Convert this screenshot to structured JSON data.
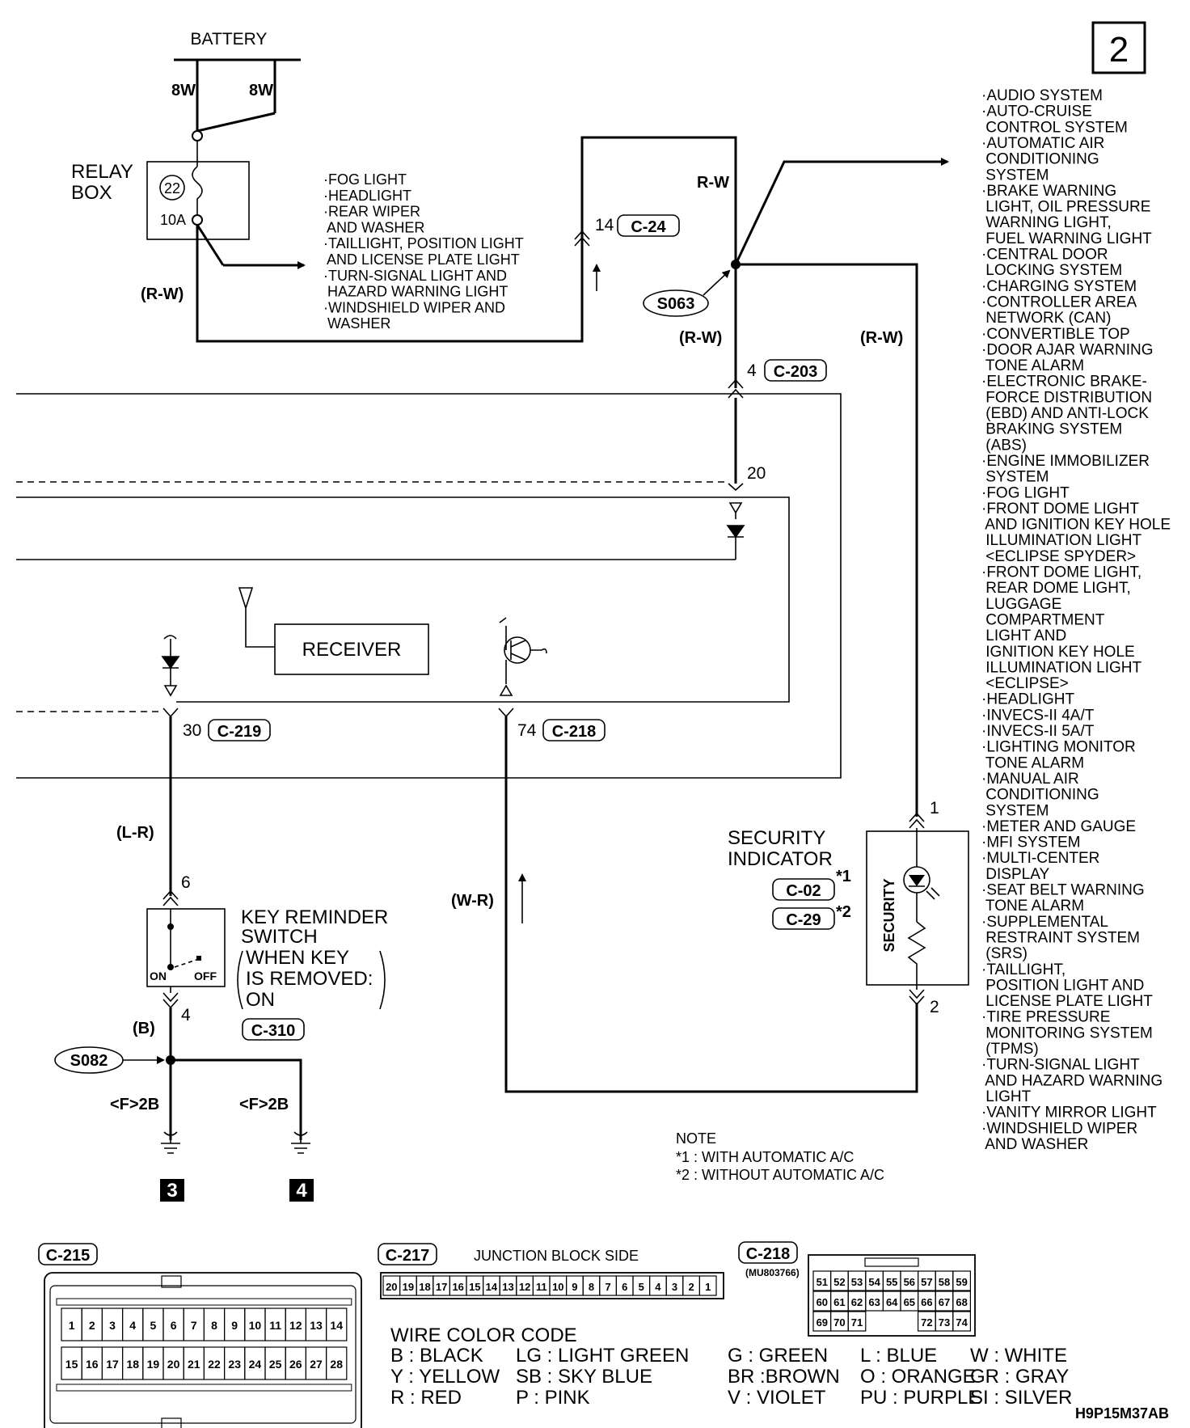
{
  "page": {
    "number": "2",
    "drawing_code": "H9P15M37AB"
  },
  "battery": {
    "label": "BATTERY",
    "wire_left": "8W",
    "wire_right": "8W"
  },
  "relay_box": {
    "label_line1": "RELAY",
    "label_line2": "BOX",
    "fuse_number": "22",
    "fuse_rating": "10A",
    "output_wire": "(R-W)"
  },
  "relay_outputs": [
    "·FOG LIGHT",
    "·HEADLIGHT",
    "·REAR WIPER",
    " AND WASHER",
    "·TAILLIGHT, POSITION LIGHT",
    " AND LICENSE PLATE LIGHT",
    "·TURN-SIGNAL LIGHT AND",
    " HAZARD WARNING LIGHT",
    "·WINDSHIELD WIPER AND",
    " WASHER"
  ],
  "splices": {
    "s063": "S063",
    "s082": "S082"
  },
  "wires": {
    "rw_top": "R-W",
    "rw_mid": "(R-W)",
    "rw_right": "(R-W)",
    "lr": "(L-R)",
    "b": "(B)",
    "wr": "(W-R)",
    "ground_left": "<F>2B",
    "ground_right": "<F>2B"
  },
  "connectors": {
    "c24": {
      "pin": "14",
      "name": "C-24"
    },
    "c203": {
      "pin": "4",
      "name": "C-203"
    },
    "pin20": "20",
    "c219": {
      "pin": "30",
      "name": "C-219"
    },
    "c218": {
      "pin": "74",
      "name": "C-218"
    },
    "c310": "C-310",
    "c02": "C-02",
    "c29": "C-29",
    "key_pin_top": "6",
    "key_pin_bottom": "4",
    "sec_pin_top": "1",
    "sec_pin_bottom": "2"
  },
  "receiver": {
    "label": "RECEIVER"
  },
  "key_reminder": {
    "title_line1": "KEY REMINDER",
    "title_line2": "SWITCH",
    "cond_line1": "WHEN KEY",
    "cond_line2": "IS REMOVED:",
    "cond_line3": "ON",
    "on_label": "ON",
    "off_label": "OFF"
  },
  "security": {
    "label_line1": "SECURITY",
    "label_line2": "INDICATOR",
    "vertical": "SECURITY",
    "star1": "*1",
    "star2": "*2"
  },
  "grounds": {
    "left": "3",
    "right": "4"
  },
  "note": {
    "title": "NOTE",
    "line1": "*1 : WITH AUTOMATIC A/C",
    "line2": "*2 : WITHOUT AUTOMATIC A/C"
  },
  "systems": [
    "·AUDIO SYSTEM",
    "·AUTO-CRUISE",
    " CONTROL SYSTEM",
    "·AUTOMATIC AIR",
    " CONDITIONING",
    " SYSTEM",
    "·BRAKE WARNING",
    " LIGHT, OIL PRESSURE",
    " WARNING LIGHT,",
    " FUEL WARNING LIGHT",
    "·CENTRAL DOOR",
    " LOCKING SYSTEM",
    "·CHARGING SYSTEM",
    "·CONTROLLER AREA",
    " NETWORK (CAN)",
    "·CONVERTIBLE TOP",
    "·DOOR AJAR WARNING",
    " TONE ALARM",
    "·ELECTRONIC BRAKE-",
    " FORCE DISTRIBUTION",
    " (EBD) AND ANTI-LOCK",
    " BRAKING SYSTEM",
    " (ABS)",
    "·ENGINE IMMOBILIZER",
    " SYSTEM",
    "·FOG LIGHT",
    "·FRONT DOME LIGHT",
    " AND IGNITION KEY HOLE",
    " ILLUMINATION LIGHT",
    " <ECLIPSE SPYDER>",
    "·FRONT DOME LIGHT,",
    " REAR DOME LIGHT,",
    " LUGGAGE",
    " COMPARTMENT",
    " LIGHT AND",
    " IGNITION KEY HOLE",
    " ILLUMINATION LIGHT",
    " <ECLIPSE>",
    "·HEADLIGHT",
    "·INVECS-II 4A/T",
    "·INVECS-II 5A/T",
    "·LIGHTING MONITOR",
    " TONE ALARM",
    "·MANUAL AIR",
    " CONDITIONING",
    " SYSTEM",
    "·METER AND GAUGE",
    "·MFI SYSTEM",
    "·MULTI-CENTER",
    " DISPLAY",
    "·SEAT BELT WARNING",
    " TONE ALARM",
    "·SUPPLEMENTAL",
    " RESTRAINT SYSTEM",
    " (SRS)",
    "·TAILLIGHT,",
    " POSITION LIGHT AND",
    " LICENSE PLATE LIGHT",
    "·TIRE PRESSURE",
    " MONITORING SYSTEM",
    " (TPMS)",
    "·TURN-SIGNAL LIGHT",
    " AND HAZARD WARNING",
    " LIGHT",
    "·VANITY MIRROR LIGHT",
    "·WINDSHIELD WIPER",
    " AND WASHER"
  ],
  "c215": {
    "name": "C-215",
    "row1": [
      "1",
      "2",
      "3",
      "4",
      "5",
      "6",
      "7",
      "8",
      "9",
      "10",
      "11",
      "12",
      "13",
      "14"
    ],
    "row2": [
      "15",
      "16",
      "17",
      "18",
      "19",
      "20",
      "21",
      "22",
      "23",
      "24",
      "25",
      "26",
      "27",
      "28"
    ]
  },
  "c217": {
    "name": "C-217",
    "side_label": "JUNCTION BLOCK SIDE",
    "pins": [
      "20",
      "19",
      "18",
      "17",
      "16",
      "15",
      "14",
      "13",
      "12",
      "11",
      "10",
      "9",
      "8",
      "7",
      "6",
      "5",
      "4",
      "3",
      "2",
      "1"
    ]
  },
  "c218_face": {
    "name": "C-218",
    "part_no": "(MU803766)",
    "row1": [
      "51",
      "52",
      "53",
      "54",
      "55",
      "56",
      "57",
      "58",
      "59"
    ],
    "row2": [
      "60",
      "61",
      "62",
      "63",
      "64",
      "65",
      "66",
      "67",
      "68"
    ],
    "row3": [
      "69",
      "70",
      "71",
      "",
      "",
      "",
      "72",
      "73",
      "74"
    ]
  },
  "wire_code": {
    "title": "WIRE COLOR CODE",
    "rows": [
      [
        "B : BLACK",
        "LG : LIGHT GREEN",
        "G : GREEN",
        "L : BLUE",
        "W : WHITE"
      ],
      [
        "Y : YELLOW",
        "SB : SKY BLUE",
        "BR :BROWN",
        "O : ORANGE",
        "GR : GRAY"
      ],
      [
        "R : RED",
        "P : PINK",
        "V : VIOLET",
        "PU : PURPLE",
        "SI : SILVER"
      ]
    ]
  }
}
